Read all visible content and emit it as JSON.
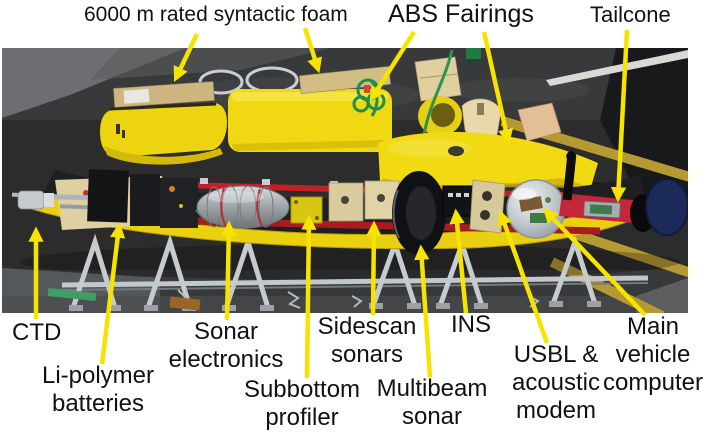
{
  "labels": {
    "syntactic_foam": "6000 m rated syntactic foam",
    "abs_fairings": "ABS Fairings",
    "tailcone": "Tailcone",
    "ctd": "CTD",
    "li_polymer_batteries": "Li-polymer batteries",
    "sonar_electronics": "Sonar electronics",
    "subbottom_profiler": "Subbottom profiler",
    "sidescan_sonars": "Sidescan sonars",
    "multibeam_sonar": "Multibeam sonar",
    "ins": "INS",
    "usbl_acoustic_modem": "USBL & acoustic modem",
    "main_vehicle_computer": "Main vehicle computer"
  },
  "colors": {
    "annotation_arrow": "#f6e400",
    "label_text": "#111111",
    "hull_yellow": "#eed311",
    "foam_tan": "#d0ba85",
    "frame_red": "#c22126",
    "asphalt_gray": "#38393b",
    "background": "#ffffff"
  }
}
